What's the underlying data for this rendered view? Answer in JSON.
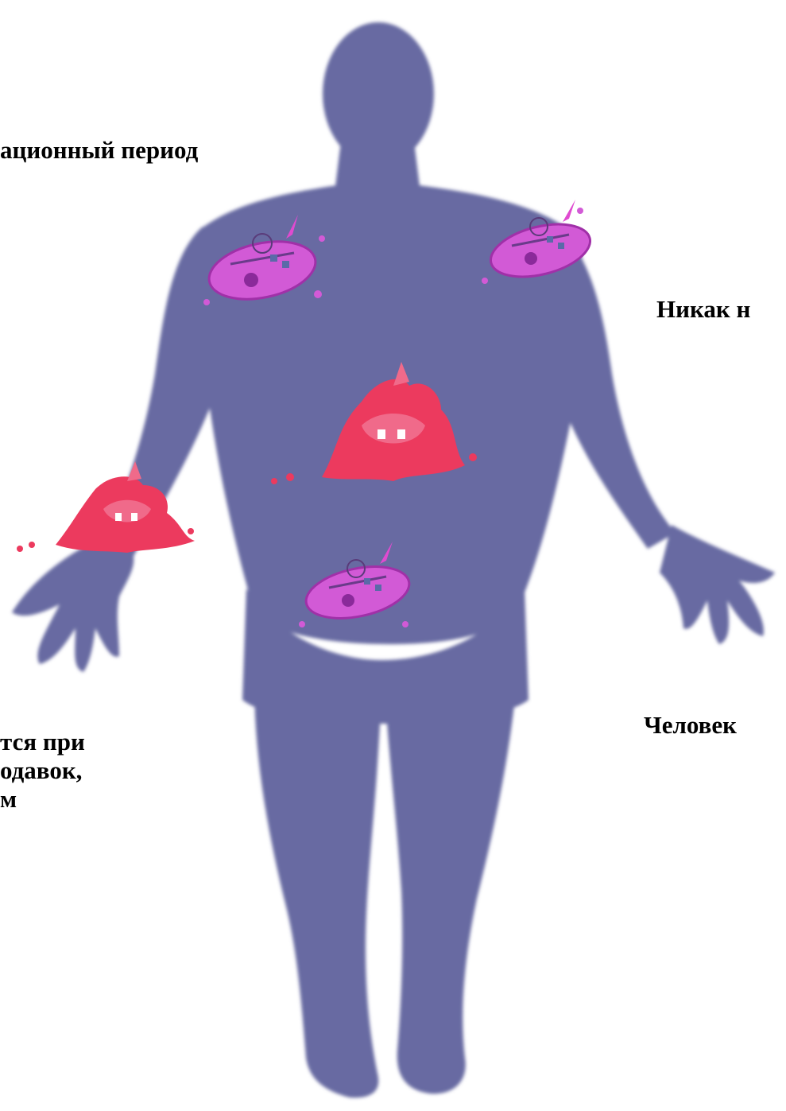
{
  "labels": {
    "top_left": "ационный период",
    "right_upper": "Никак н",
    "bottom_left": "тся при\nодавок,\nм",
    "right_lower": "Человек"
  },
  "colors": {
    "body_silhouette": "#676aa2",
    "microbe_purple": "#d25ad6",
    "microbe_red": "#ec3a5e",
    "microbe_pink_detail": "#f06a8a",
    "text": "#000000"
  },
  "icons": {
    "silhouette": "human-body-silhouette",
    "microbe": "microbe-cartoon"
  }
}
